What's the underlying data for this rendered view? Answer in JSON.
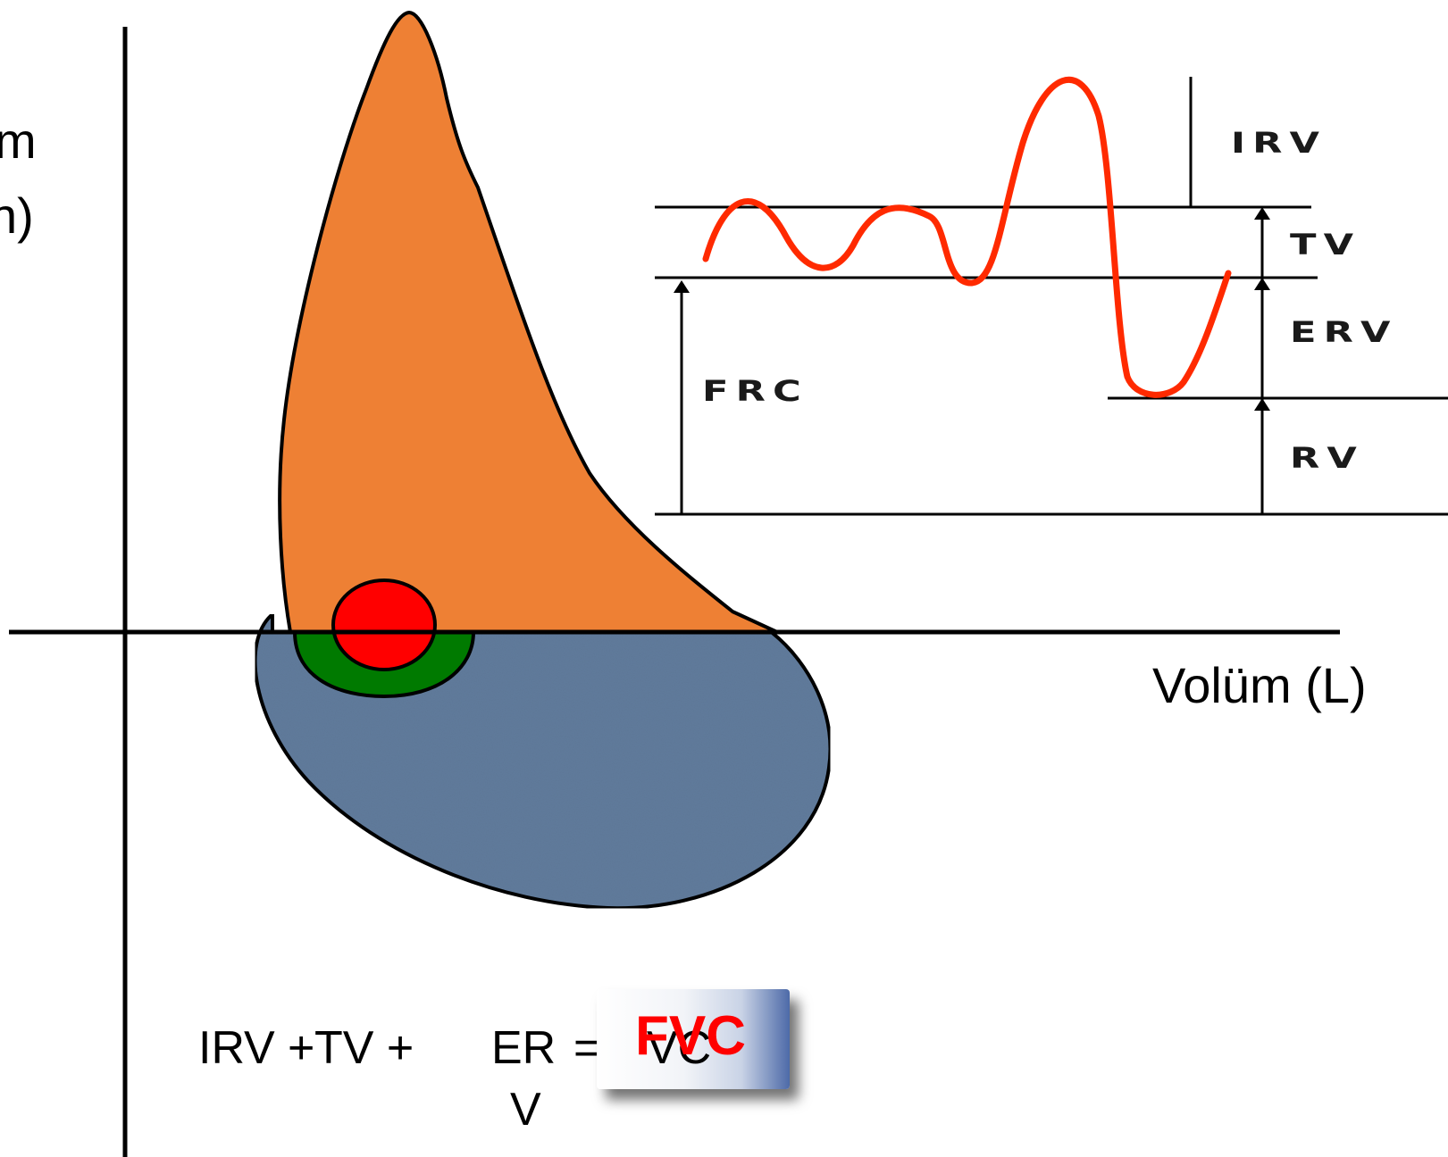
{
  "labels": {
    "y_axis_line1": "m",
    "y_axis_line2": "n)",
    "x_axis": "Volüm (L)"
  },
  "spirogram": {
    "irv": "IRV",
    "tv": "TV",
    "erv": "ERV",
    "rv": "RV",
    "frc": "FRC"
  },
  "equation": {
    "irv": "IRV",
    "plus1": "+",
    "tv_plus": "TV +",
    "er": "ER",
    "eq": "=",
    "v": "V",
    "vc": "VC",
    "fvc": "FVC"
  },
  "colors": {
    "expiratory_fill": "#ee8034",
    "inspiratory_fill": "#607b9b",
    "tidal_outer_fill": "#007a00",
    "tidal_inner_fill": "#ff0000",
    "spirogram_trace": "#ff2a00",
    "fvc_text": "#ff0000"
  }
}
